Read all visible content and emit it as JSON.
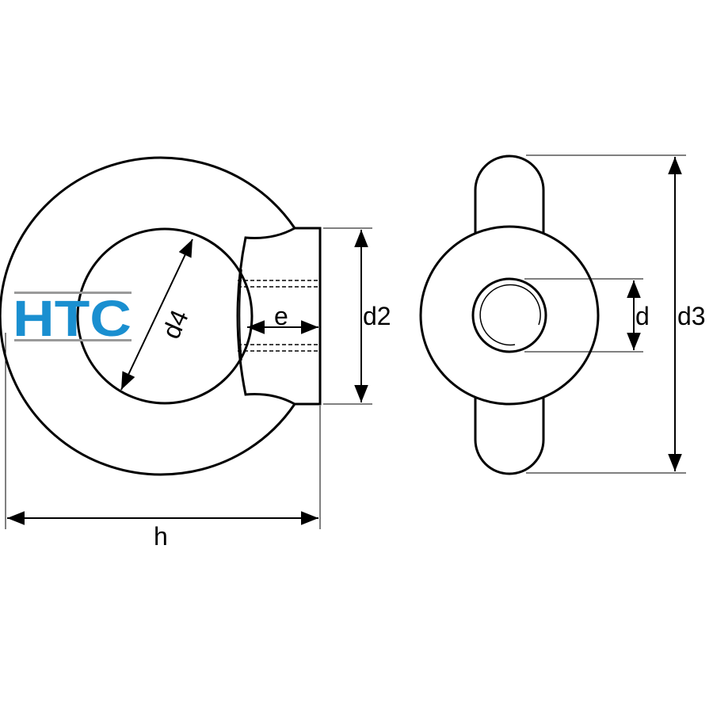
{
  "logo": {
    "text": "HTC",
    "color": "#1a8fd0",
    "stripe_color": "#9a9a9a"
  },
  "labels": {
    "h": "h",
    "d2": "d2",
    "d3": "d3",
    "d4": "d4",
    "d": "d",
    "e": "e"
  },
  "colors": {
    "stroke": "#000000",
    "background": "#ffffff"
  }
}
